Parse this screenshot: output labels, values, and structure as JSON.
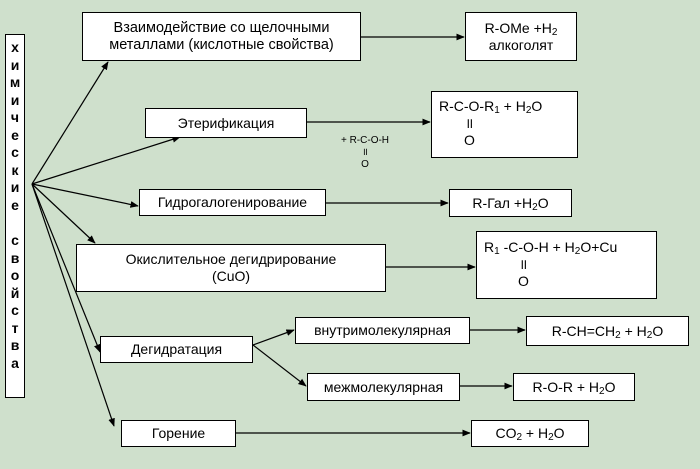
{
  "side_label": "химические свойства",
  "reactions": {
    "alkali_metals": {
      "line1": "Взаимодействие со щелочными",
      "line2": "металлами (кислотные свойства)",
      "product_line1_main": "R-OMe +H",
      "product_line1_sub": "2",
      "product_line2": "алкоголят"
    },
    "esterification": {
      "label": "Этерификация",
      "reagent_line1": "+ R-C-O-H",
      "reagent_line2": "॥",
      "reagent_line3": "O",
      "product_a": "R-C-O-R",
      "product_a_sub": "1",
      "product_b": " + H",
      "product_b_sub": "2",
      "product_c": "O",
      "product_line2": "॥",
      "product_line3": "O"
    },
    "hydrohalogenation": {
      "label": "Гидрогалогенирование",
      "product": "R-Гал +H",
      "product_sub": "2",
      "product_end": "O"
    },
    "oxidative_dehydrogenation": {
      "line1": "Окислительное дегидрирование",
      "line2": "(CuO)",
      "product_a": "R",
      "product_a_sub": "1",
      "product_b": " -C-O-H + H",
      "product_b_sub": "2",
      "product_c": "O+Cu",
      "product_line2": "॥",
      "product_line3": "O"
    },
    "dehydration": {
      "label": "Дегидратация",
      "intramolecular": {
        "label": "внутримолекулярная",
        "product_a": "R-CH=CH",
        "product_a_sub": "2",
        "product_b": " + H",
        "product_b_sub": "2",
        "product_c": "O"
      },
      "intermolecular": {
        "label": "межмолекулярная",
        "product_a": "R-O-R + H",
        "product_a_sub": "2",
        "product_b": "O"
      }
    },
    "combustion": {
      "label": "Горение",
      "product_a": "CO",
      "product_a_sub": "2",
      "product_b": " + H",
      "product_b_sub": "2",
      "product_c": "O"
    }
  }
}
